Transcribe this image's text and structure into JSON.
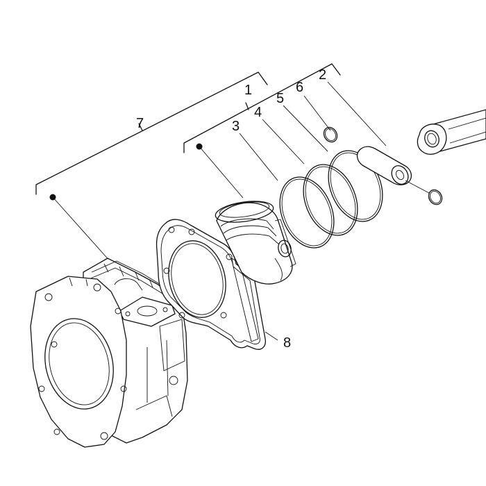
{
  "diagram": {
    "callouts": [
      {
        "id": "label-1",
        "text": "1"
      },
      {
        "id": "label-2",
        "text": "2"
      },
      {
        "id": "label-3",
        "text": "3"
      },
      {
        "id": "label-4",
        "text": "4"
      },
      {
        "id": "label-5",
        "text": "5"
      },
      {
        "id": "label-6",
        "text": "6"
      },
      {
        "id": "label-7",
        "text": "7"
      },
      {
        "id": "label-8",
        "text": "8"
      }
    ]
  },
  "colors": {
    "line": "#111111",
    "background": "#ffffff"
  }
}
